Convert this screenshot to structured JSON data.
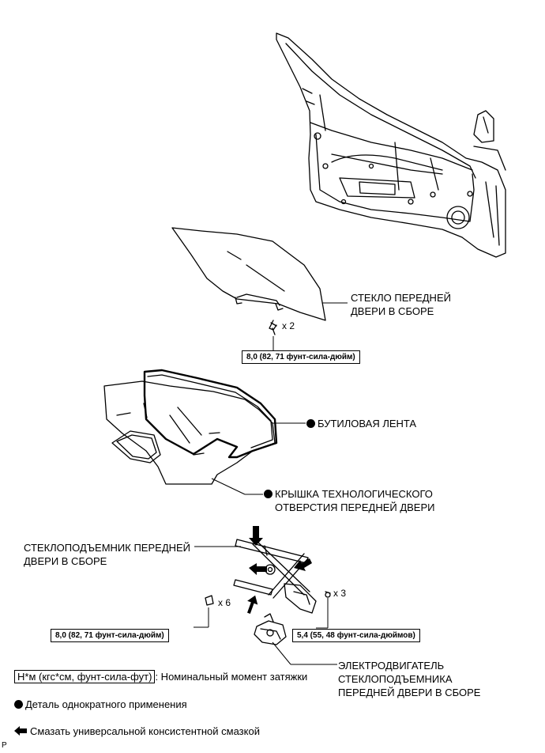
{
  "parts": {
    "glass_label_line1": "СТЕКЛО ПЕРЕДНЕЙ",
    "glass_label_line2": "ДВЕРИ В СБОРЕ",
    "glass_qty": "x 2",
    "glass_torque": "8,0 (82, 71 фунт-сила-дюйм)",
    "butyl_tape_label": "БУТИЛОВАЯ ЛЕНТА",
    "service_cover_line1": "КРЫШКА ТЕХНОЛОГИЧЕСКОГО",
    "service_cover_line2": "ОТВЕРСТИЯ ПЕРЕДНЕЙ ДВЕРИ",
    "regulator_line1": "СТЕКЛОПОДЪЕМНИК ПЕРЕДНЕЙ",
    "regulator_line2": "ДВЕРИ В СБОРЕ",
    "regulator_qty": "x 6",
    "regulator_torque": "8,0 (82, 71 фунт-сила-дюйм)",
    "motor_qty": "x 3",
    "motor_torque": "5,4 (55, 48 фунт-сила-дюймов)",
    "motor_line1": "ЭЛЕКТРОДВИГАТЕЛЬ",
    "motor_line2": "СТЕКЛОПОДЪЕМНИКА",
    "motor_line3": "ПЕРЕДНЕЙ ДВЕРИ В СБОРЕ"
  },
  "legend": {
    "torque_unit": "Н*м (кгс*см, фунт-сила-фут)",
    "torque_desc": ": Номинальный момент затяжки",
    "non_reusable": "Деталь однократного применения",
    "grease": "Смазать универсальной консистентной смазкой"
  },
  "corner_mark": "P"
}
